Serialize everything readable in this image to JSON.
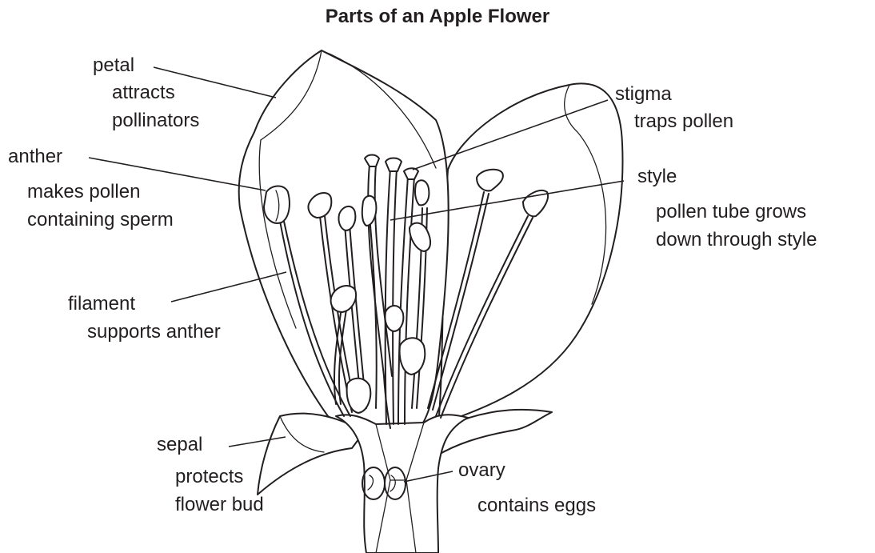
{
  "title": "Parts of an Apple Flower",
  "labels": {
    "petal": {
      "name": "petal",
      "desc": [
        "attracts",
        "pollinators"
      ]
    },
    "anther": {
      "name": "anther",
      "desc": [
        "makes pollen",
        "containing sperm"
      ]
    },
    "filament": {
      "name": "filament",
      "desc": [
        "supports anther"
      ]
    },
    "sepal": {
      "name": "sepal",
      "desc": [
        "protects",
        "flower bud"
      ]
    },
    "stigma": {
      "name": "stigma",
      "desc": [
        "traps pollen"
      ]
    },
    "style": {
      "name": "style",
      "desc": [
        "pollen tube grows",
        "down through style"
      ]
    },
    "ovary": {
      "name": "ovary",
      "desc": [
        "contains eggs"
      ]
    }
  }
}
